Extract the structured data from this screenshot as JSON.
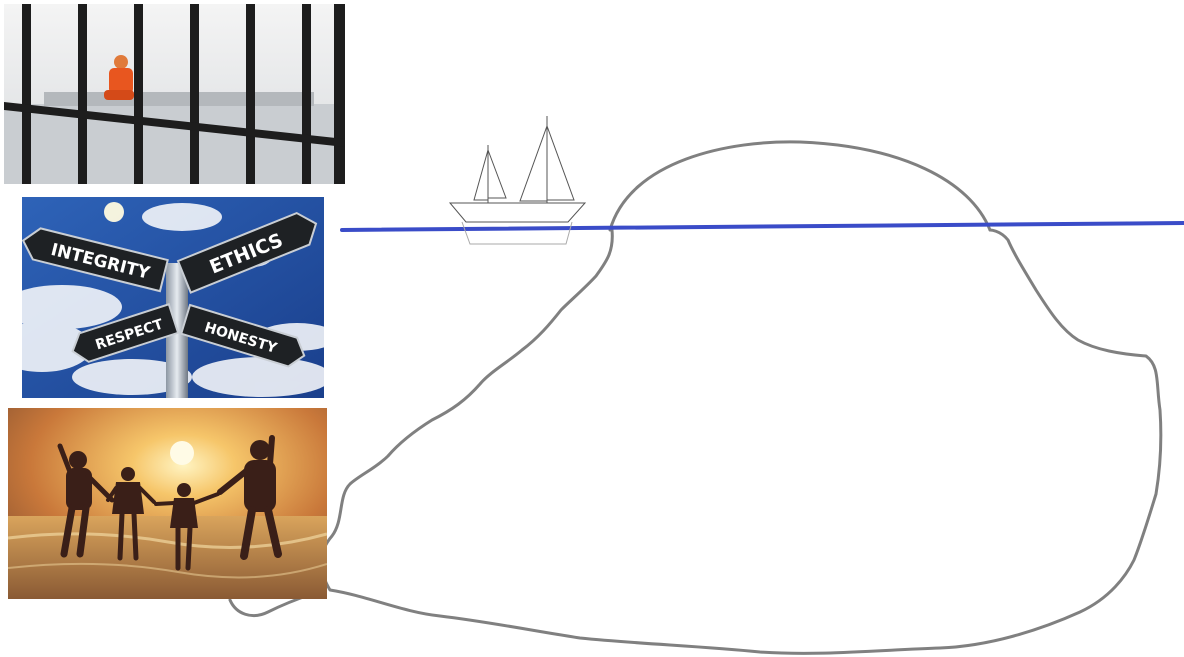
{
  "photos": {
    "jail": {
      "subject": "person-behind-bars"
    },
    "signpost": {
      "signs": {
        "integrity": "INTEGRITY",
        "ethics": "ETHICS",
        "respect": "RESPECT",
        "honesty": "HONESTY"
      }
    },
    "family": {
      "subject": "family-jumping-on-beach-at-sunset"
    }
  },
  "colors": {
    "waterline": "#3a4cc8",
    "iceberg_outline": "#808080",
    "boat_outline": "#555555"
  }
}
